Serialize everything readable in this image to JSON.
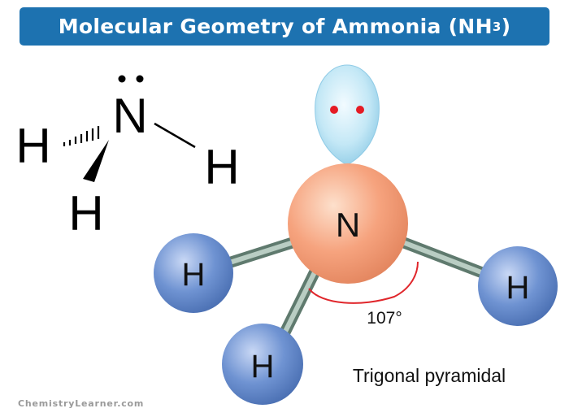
{
  "title": {
    "main": "Molecular Geometry of Ammonia (NH",
    "subscript": "3",
    "close": ")"
  },
  "lewis": {
    "central": "N",
    "h_left": "H",
    "h_right": "H",
    "h_bottom": "H"
  },
  "model": {
    "central": "N",
    "h_left": "H",
    "h_right": "H",
    "h_bottom": "H",
    "angle": "107°",
    "shape": "Trigonal pyramidal"
  },
  "watermark": "ChemistryLearner.com",
  "colors": {
    "title_bar": "#1d72b0",
    "nitrogen": "#f6a37e",
    "hydrogen": "#6f93d2",
    "lone_pair_lobe": "#bfe6f4",
    "lone_pair_dots": "#e51b24",
    "angle_arc": "#e0262b",
    "bond": "#8aa79a"
  }
}
